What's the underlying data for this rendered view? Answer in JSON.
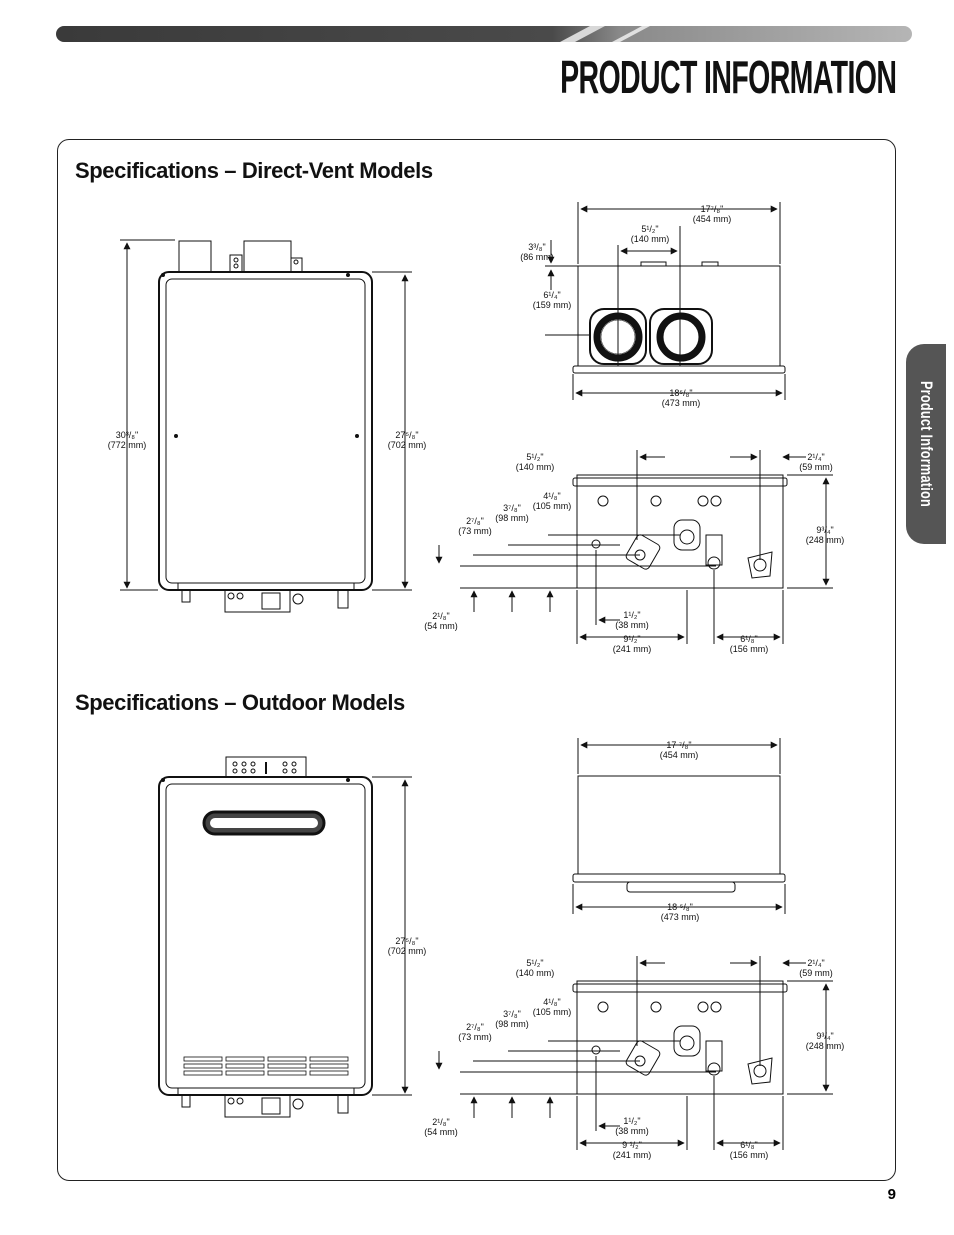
{
  "header": {
    "title": "PRODUCT INFORMATION"
  },
  "side_tab": {
    "label": "Product Information"
  },
  "sections": {
    "direct_vent": {
      "title": "Specifications – Direct-Vent Models"
    },
    "outdoor": {
      "title": "Specifications – Outdoor Models"
    }
  },
  "direct_vent_dims": {
    "height_total": {
      "imp": "30³/₈\"",
      "mm": "(772 mm)"
    },
    "height_body": {
      "imp": "27⁵/₈\"",
      "mm": "(702 mm)"
    },
    "width_top": {
      "imp": "17⁷/₈\"",
      "mm": "(454 mm)"
    },
    "vent_center": {
      "imp": "5¹/₂\"",
      "mm": "(140 mm)"
    },
    "vent_top": {
      "imp": "3³/₈\"",
      "mm": "(86 mm)"
    },
    "vent_height": {
      "imp": "6¹/₄\"",
      "mm": "(159 mm)"
    },
    "width_bottom": {
      "imp": "18⁵/₈\"",
      "mm": "(473 mm)"
    },
    "conn_left": {
      "imp": "5¹/₂\"",
      "mm": "(140 mm)"
    },
    "conn_right": {
      "imp": "2¹/₄\"",
      "mm": "(59 mm)"
    },
    "depth_a": {
      "imp": "4¹/₈\"",
      "mm": "(105 mm)"
    },
    "depth_b": {
      "imp": "3⁷/₈\"",
      "mm": "(98 mm)"
    },
    "depth_c": {
      "imp": "2⁷/₈\"",
      "mm": "(73 mm)"
    },
    "depth_total": {
      "imp": "9³/₄\"",
      "mm": "(248 mm)"
    },
    "depth_d": {
      "imp": "2¹/₈\"",
      "mm": "(54 mm)"
    },
    "gas_offset": {
      "imp": "1¹/₂\"",
      "mm": "(38 mm)"
    },
    "water_left": {
      "imp": "9¹/₂\"",
      "mm": "(241 mm)"
    },
    "water_right": {
      "imp": "6¹/₈\"",
      "mm": "(156 mm)"
    }
  },
  "outdoor_dims": {
    "height_body": {
      "imp": "27⁵/₈\"",
      "mm": "(702 mm)"
    },
    "width_top": {
      "imp": "17 ⁷/₈\"",
      "mm": "(454 mm)"
    },
    "width_bottom": {
      "imp": "18 ⁵/₈\"",
      "mm": "(473 mm)"
    },
    "conn_left": {
      "imp": "5¹/₂\"",
      "mm": "(140 mm)"
    },
    "conn_right": {
      "imp": "2¹/₄\"",
      "mm": "(59 mm)"
    },
    "depth_a": {
      "imp": "4¹/₈\"",
      "mm": "(105 mm)"
    },
    "depth_b": {
      "imp": "3⁷/₈\"",
      "mm": "(98 mm)"
    },
    "depth_c": {
      "imp": "2⁷/₈\"",
      "mm": "(73 mm)"
    },
    "depth_total": {
      "imp": "9³/₄\"",
      "mm": "(248 mm)"
    },
    "depth_d": {
      "imp": "2¹/₈\"",
      "mm": "(54 mm)"
    },
    "gas_offset": {
      "imp": "1¹/₂\"",
      "mm": "(38 mm)"
    },
    "water_left": {
      "imp": "9 ¹/₂\"",
      "mm": "(241 mm)"
    },
    "water_right": {
      "imp": "6¹/₈\"",
      "mm": "(156 mm)"
    }
  },
  "footer": {
    "page_number": "9"
  },
  "colors": {
    "accent_bar": "#3a3a3a",
    "side_tab": "#555555",
    "line": "#111111"
  }
}
